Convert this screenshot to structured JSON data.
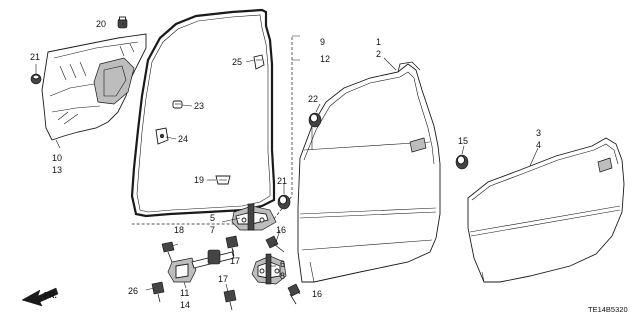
{
  "diagram": {
    "reference_code": "TE14B5320",
    "direction_label": "FR.",
    "callouts": {
      "c1": "1",
      "c2": "2",
      "c3": "3",
      "c4": "4",
      "c5": "5",
      "c6": "6",
      "c7": "7",
      "c8": "8",
      "c9": "9",
      "c10": "10",
      "c11": "11",
      "c12": "12",
      "c13": "13",
      "c14": "14",
      "c15": "15",
      "c16a": "16",
      "c16b": "16",
      "c17a": "17",
      "c17b": "17",
      "c18": "18",
      "c19": "19",
      "c20": "20",
      "c21a": "21",
      "c21b": "21",
      "c22": "22",
      "c23": "23",
      "c24": "24",
      "c25": "25",
      "c26": "26"
    }
  }
}
